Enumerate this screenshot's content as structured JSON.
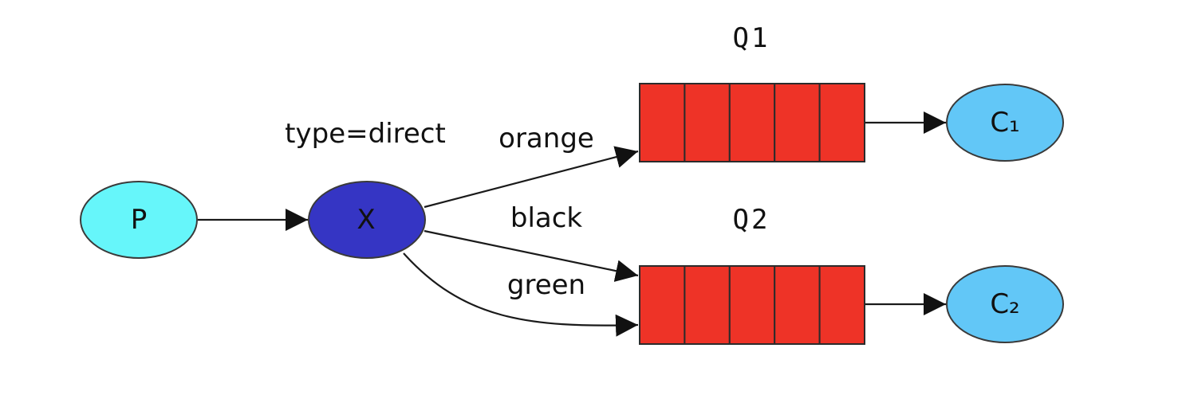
{
  "nodes": {
    "producer": {
      "label": "P",
      "fill": "#66f6fa"
    },
    "exchange": {
      "label": "X",
      "fill": "#3535c4",
      "type_label": "type=direct"
    },
    "queue_1": {
      "label": "Q1",
      "fill": "#ee3327",
      "cells": 5
    },
    "queue_2": {
      "label": "Q2",
      "fill": "#ee3327",
      "cells": 5
    },
    "consumer_1": {
      "label": "C₁",
      "fill": "#62c7f7"
    },
    "consumer_2": {
      "label": "C₂",
      "fill": "#62c7f7"
    }
  },
  "edges": {
    "exchange_to_q1": {
      "routing_key": "orange"
    },
    "exchange_to_q2_black": {
      "routing_key": "black"
    },
    "exchange_to_q2_green": {
      "routing_key": "green"
    }
  }
}
